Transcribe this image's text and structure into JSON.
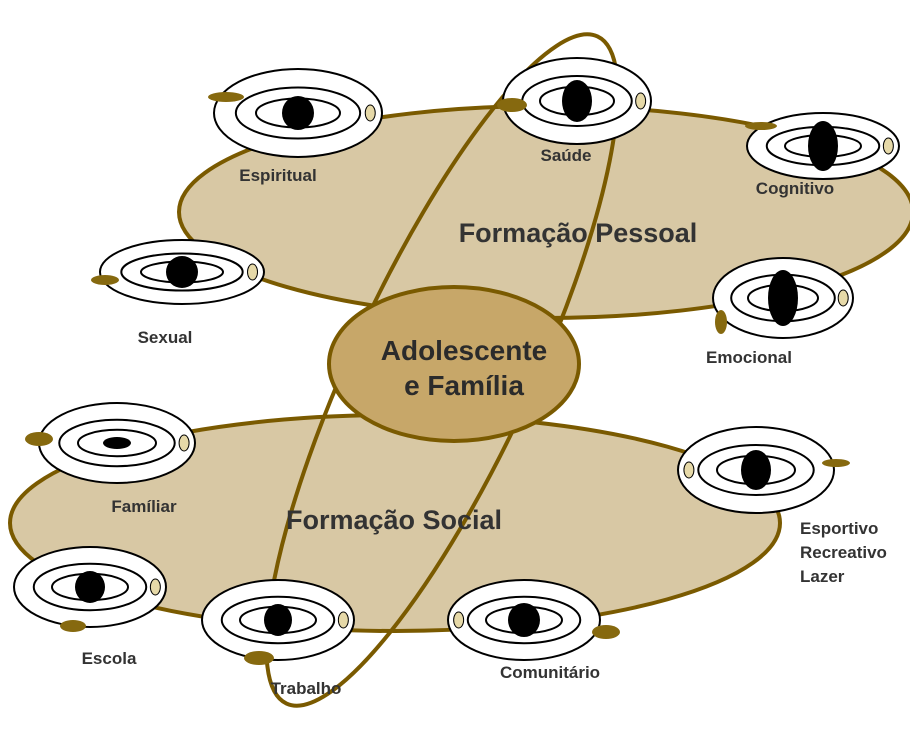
{
  "colors": {
    "outline": "#7a5a00",
    "plane_fill": "#d8c8a4",
    "center_fill": "#c7a769",
    "moon_fill": "#e6d9a8",
    "satellite": "#86690f",
    "planet": "#000000"
  },
  "center": {
    "line1": "Adolescente",
    "line2": "e Família"
  },
  "planes": {
    "personal": {
      "title": "Formação Pessoal"
    },
    "social": {
      "title": "Formação Social"
    }
  },
  "nodes": {
    "espiritual": "Espiritual",
    "saude": "Saúde",
    "cognitivo": "Cognitivo",
    "sexual": "Sexual",
    "emocional": "Emocional",
    "familiar": "Famíliar",
    "esportivo": [
      "Esportivo",
      "Recreativo",
      "Lazer"
    ],
    "escola": "Escola",
    "trabalho": "Trabalho",
    "comunitario": "Comunitário"
  }
}
